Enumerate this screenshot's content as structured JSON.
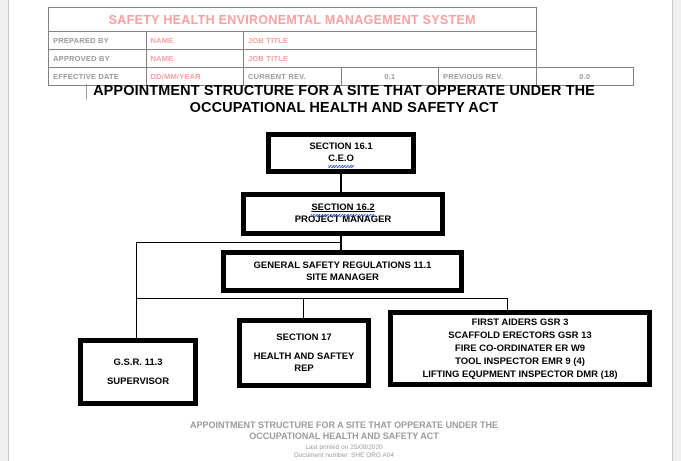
{
  "document": {
    "header": {
      "title": "SAFETY HEALTH ENVIRONEMTAL MANAGEMENT SYSTEM",
      "rows": [
        {
          "label": "PREPARED BY",
          "value": "NAME",
          "field": "JOB TITLE"
        },
        {
          "label": "APPROVED BY",
          "value": "NAME",
          "field": "JOB TITLE"
        },
        {
          "label": "EFFECTIVE DATE",
          "value": "DD/MM/YEAR"
        }
      ],
      "current_rev_label": "CURRENT REV.",
      "current_rev_value": "0.1",
      "previous_rev_label": "PREVIOUS REV.",
      "previous_rev_value": "0.0",
      "title_color": "#f9a0a0",
      "label_color": "#9b9b9b"
    },
    "title": {
      "line1": "APPOINTMENT STRUCTURE FOR A SITE THAT OPPERATE UNDER THE",
      "line2": "OCCUPATIONAL HEALTH AND SAFETY ACT"
    },
    "footer": {
      "line1": "APPOINTMENT STRUCTURE FOR A SITE THAT OPPERATE UNDER THE",
      "line2": "OCCUPATIONAL HEALTH AND SAFETY ACT",
      "printed": "Last printed on 25/08/2020",
      "doc_number": "Document number:  SHE ORG A04",
      "color": "#9b9b9b"
    }
  },
  "chart_data": {
    "type": "diagram",
    "title": "APPOINTMENT STRUCTURE FOR A SITE THAT OPPERATE UNDER THE OCCUPATIONAL HEALTH AND SAFETY ACT",
    "nodes": [
      {
        "id": "ceo",
        "lines": [
          "SECTION 16.1",
          "C.E.O"
        ],
        "level": 0
      },
      {
        "id": "project-manager",
        "lines": [
          "SECTION  16.2",
          "PROJECT MANAGER"
        ],
        "level": 1
      },
      {
        "id": "site-manager",
        "lines": [
          "GENERAL SAFETY REGULATIONS 11.1",
          "SITE MANAGER"
        ],
        "level": 2
      },
      {
        "id": "supervisor",
        "lines": [
          "G.S.R. 11.3",
          "SUPERVISOR"
        ],
        "level": 3
      },
      {
        "id": "health-safety-rep",
        "lines": [
          "SECTION 17",
          "HEALTH AND SAFTEY",
          "REP"
        ],
        "level": 3
      },
      {
        "id": "appointees",
        "lines": [
          "FIRST AIDERS GSR  3",
          "SCAFFOLD ERECTORS   GSR 13",
          "FIRE CO-ORDINATER ER W9",
          "TOOL INSPECTOR EMR 9 (4)",
          "LIFTING EQUPMENT INSPECTOR DMR (18)"
        ],
        "level": 3
      }
    ],
    "edges": [
      {
        "from": "ceo",
        "to": "project-manager"
      },
      {
        "from": "project-manager",
        "to": "site-manager"
      },
      {
        "from": "project-manager",
        "to": "supervisor"
      },
      {
        "from": "project-manager",
        "to": "health-safety-rep"
      },
      {
        "from": "project-manager",
        "to": "appointees"
      }
    ]
  }
}
